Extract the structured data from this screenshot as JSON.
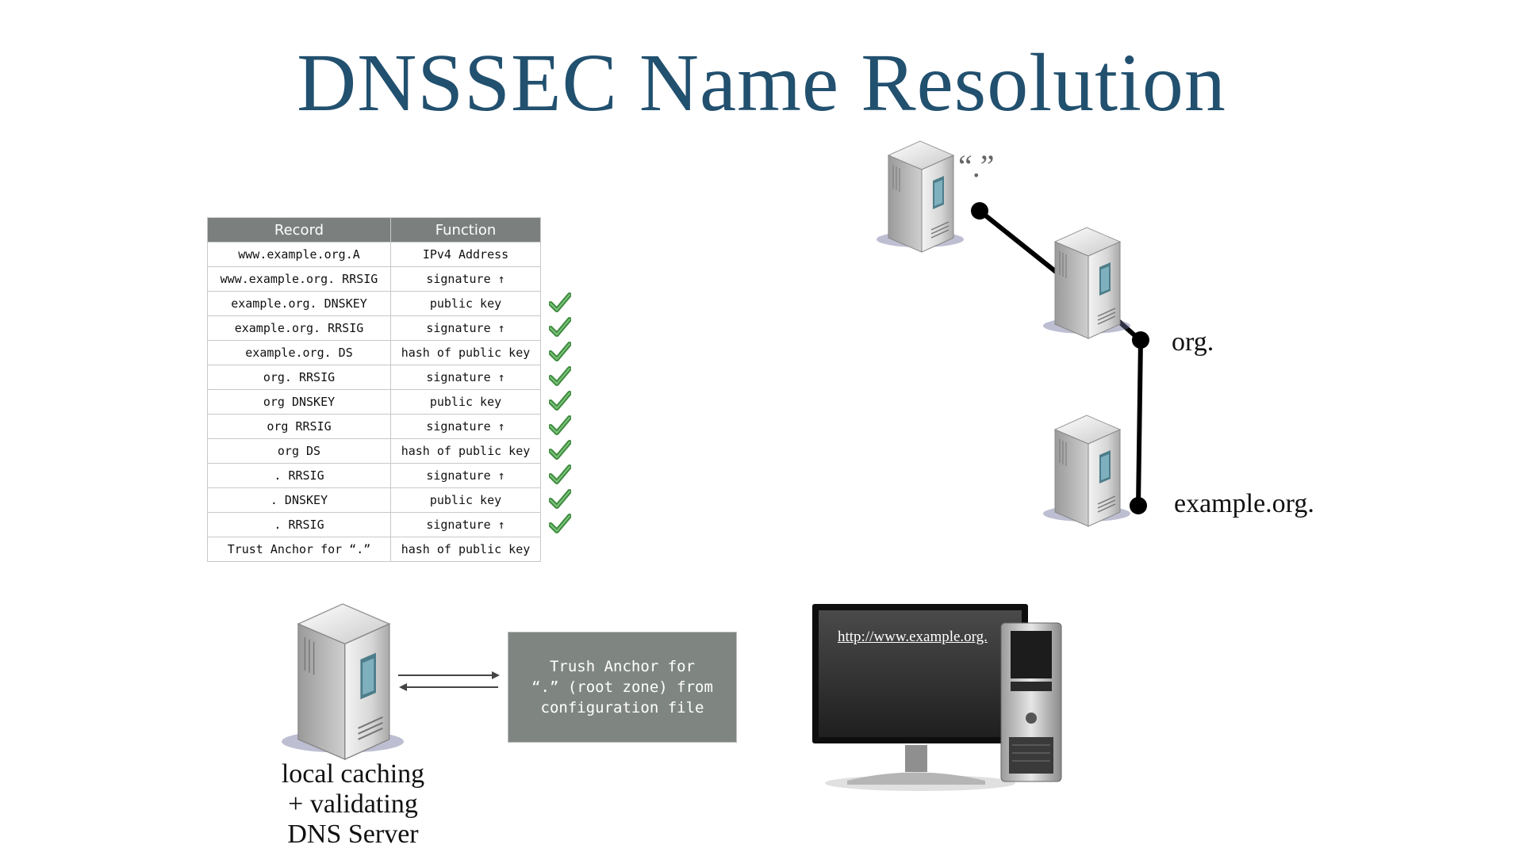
{
  "title": "DNSSEC Name Resolution",
  "table": {
    "headers": [
      "Record",
      "Function"
    ],
    "rows": [
      {
        "record": "www.example.org.A",
        "function": "IPv4 Address",
        "validated": false
      },
      {
        "record": "www.example.org. RRSIG",
        "function": "signature ↑",
        "validated": false
      },
      {
        "record": "example.org. DNSKEY",
        "function": "public key",
        "validated": true
      },
      {
        "record": "example.org. RRSIG",
        "function": "signature ↑",
        "validated": true
      },
      {
        "record": "example.org. DS",
        "function": "hash of public key",
        "validated": true
      },
      {
        "record": "org. RRSIG",
        "function": "signature ↑",
        "validated": true
      },
      {
        "record": "org DNSKEY",
        "function": "public key",
        "validated": true
      },
      {
        "record": "org RRSIG",
        "function": "signature ↑",
        "validated": true
      },
      {
        "record": "org DS",
        "function": "hash of public key",
        "validated": true
      },
      {
        "record": ". RRSIG",
        "function": "signature ↑",
        "validated": true
      },
      {
        "record": ". DNSKEY",
        "function": "public key",
        "validated": true
      },
      {
        "record": ". RRSIG",
        "function": "signature ↑",
        "validated": true
      },
      {
        "record": "Trust Anchor for “.”",
        "function": "hash of public key",
        "validated": false
      }
    ]
  },
  "hierarchy": {
    "root_label": "“.”",
    "org_label": "org.",
    "example_label": "example.org."
  },
  "resolver": {
    "label_line1": "local caching",
    "label_line2": "+ validating",
    "label_line3": "DNS Server"
  },
  "trust_anchor_box": {
    "line1": "Trush Anchor for",
    "line2": "“.” (root zone) from",
    "line3": "configuration file"
  },
  "client": {
    "url": "http://www.example.org."
  },
  "colors": {
    "title": "#22506f",
    "table_header": "#7b807e",
    "anchor_box": "#7f8682",
    "check": "#3e8a3e"
  }
}
